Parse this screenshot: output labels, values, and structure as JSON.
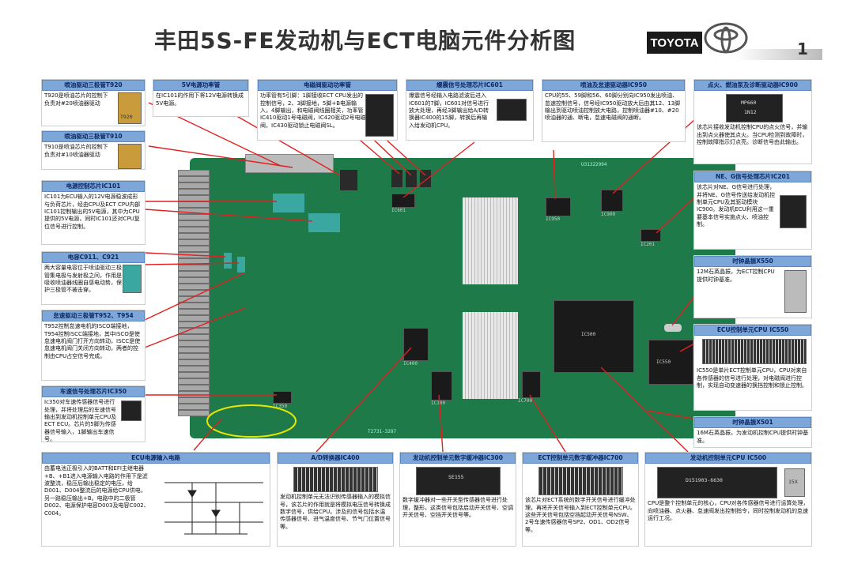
{
  "title": "丰田5S-FE发动机与ECT电脑元件分析图",
  "brand": {
    "name": "TOYOTA",
    "page": "1"
  },
  "boxes": {
    "t920": {
      "header": "喷油驱动三极管T920",
      "text": "T920是喷油芯片的控制下负责对#20喷油器驱动"
    },
    "vreg": {
      "header": "5V电源功率管",
      "text": "在IC101的作用下将12V电源转换成5V电源。"
    },
    "driver": {
      "header": "电磁阀驱动功率管",
      "text": "功率管有5引脚：1脚接收ECT CPU发出的控制信号，2、3脚接地，5脚+B电源输入，4脚输出，和电磁阀线圈相关，功率管IC410驱动1号电磁阀，IC420驱动2号电磁阀，IC430驱动锁止电磁阀SL。"
    },
    "ic601": {
      "header": "爆震信号处理芯片IC601",
      "text": "爆震信号经输入电路滤波后进入IC601的7脚，IC601对信号进行放大处理，再经3脚输出给A/D转换器IC400的15脚，转换后再输入给发动机CPU。"
    },
    "ic950": {
      "header": "喷油及怠速驱动器IC950",
      "text": "CPU的55、59脚和56、60脚分别向IC950发出喷油、怠速控制信号，信号经IC950驱动放大后由其12、13脚输出到驱动喷油控制放大电路，控制喷油器#10、#20喷油器的通、断电，怠速电磁阀的通断。"
    },
    "ic900": {
      "header": "点火、燃油泵及诊断驱动器IC900",
      "text": "该芯片接收发动机控制CPU的点火信号，并输出到点火器使其点火。当CPU检测到故障时，控制故障指示灯点亮。诊断信号由此输出。"
    },
    "ic201": {
      "header": "NE、G信号处理芯片IC201",
      "text": "该芯片对NE、G信号进行处理，并将NE、G信号传送给发动机控制单元CPU及其驱动模块IC900。发动机ECU利用这一重要基本信号实施点火、喷油控制。"
    },
    "ic101": {
      "header": "电源控制芯片IC101",
      "text": "IC101为ECU输入的12V电源稳波成形与负荷芯片，经由CPU及ECT CPU内部IC101控制输出的5V电源，其中为CPU提供的5V电源，同时IC101还对CPU复位信号进行控制。"
    },
    "c911": {
      "header": "电容C911、C921",
      "text": "两大容量电容位于喷油驱动三极管集电极与发射极之间，作用是吸收喷油器线圈自感电动势，保护三极管不被击穿。"
    },
    "t952": {
      "header": "怠速驱动三极管T952、T954",
      "text": "T952控制怠速电机的ISCO端接地，T954控制ISCC端接地，其中ISCO是使怠速电机阀门打开方向转动，ISCC是使怠速电机阀门关闭方向转动，两者的控制由CPU占空信号完成。"
    },
    "ic350": {
      "header": "车速信号处理芯片IC350",
      "text": "Ic350对车速传感器信号进行处理，并将处理后的车速信号输出到发动机控制单元CPU及ECT ECU。芯片的5脚为传感器信号输入，1脚输出车速信号。"
    },
    "x550": {
      "header": "时钟晶振X550",
      "text": "12M石英晶振，为ECT控制CPU提供时钟基准。"
    },
    "ic550": {
      "header": "ECU控制单元CPU IC550",
      "text": "IC550是单片ECT控制单元CPU，CPU对来自各传感器的信号进行处理，对电磁阀进行控制，实现自动变速器的换挡控制和锁止控制。"
    },
    "x501": {
      "header": "时钟晶振X501",
      "text": "16M石英晶振，为发动机控制CPU提供时钟基准。"
    },
    "power": {
      "header": "ECU电源输入电路",
      "text": "由蓄电池正极引入的BATT和EFI主继电器+B、+B1进入电源输入电路的作用下是滤波整流，稳压后输出稳定的电压，给D001、D004整流后的电源给CPU供电，另一路稳压输出+B。电路中的二极管D002、电源保护电容D003及电容C002、C004。"
    },
    "ic400": {
      "header": "A/D转换器IC400",
      "text": "发动机控制单元无法识别传感器输入的模拟信号，该芯片的作用就是将模拟电压信号转换成数字信号，供给CPU。涉及的信号包括水温传感器信号、进气温度信号、节气门位置信号等。"
    },
    "ic300": {
      "header": "发动机控制单元数字缓冲器IC300",
      "text": "数字缓冲器对一些开关型传感器信号进行处理，整形，这类信号包括启动开关信号、空调开关信号、空挡开关信号等。"
    },
    "ic700": {
      "header": "ECT控制单元数字缓冲器IC700",
      "text": "该芯片对ECT系统的数字开关信号进行缓冲处理，再将开关信号输入到ECT控制单元CPU。这些开关信号包括空挡起动开关信号NSW、2号车速传感器信号SP2、OD1、OD2信号等。"
    },
    "ic500": {
      "header": "发动机控制单元CPU IC500",
      "text": "CPU是整个控制单元的核心，CPU对各传感器信号进行运算处理，向喷油器、点火器、怠速阀发出控制指令，同时控制发动机的怠速运行工况。"
    }
  },
  "photo_labels": {
    "mp660": "MP660",
    "n12": "1N12",
    "se155": "SE155",
    "d151903": "D151903-6630",
    "x501_lbl": "15X",
    "t920_lbl": "T920"
  },
  "board_labels": {
    "ic601": "IC601",
    "ic950": "IC950",
    "ic900": "IC900",
    "ic201": "IC201",
    "ic300": "IC300",
    "ic400": "IC400",
    "ic500": "IC500",
    "ic550": "IC550",
    "ic700": "IC700",
    "ic350": "IC350",
    "serial": "U31322994",
    "t2": "T2731-3287"
  }
}
